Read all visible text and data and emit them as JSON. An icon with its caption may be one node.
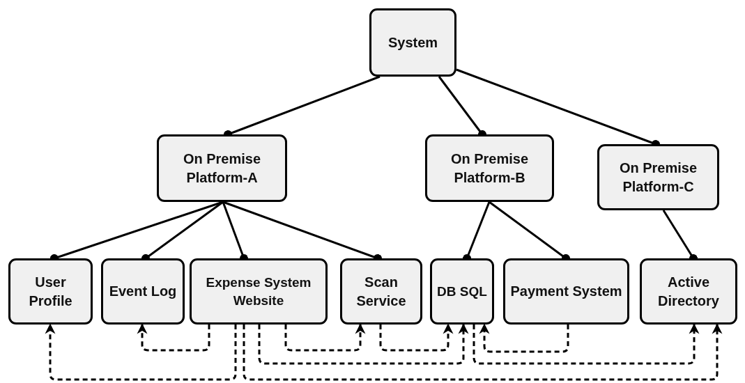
{
  "diagram": {
    "nodes": [
      {
        "text": [
          "System"
        ]
      },
      {
        "text": [
          "On Premise Platform-A"
        ]
      },
      {
        "text": [
          "On Premise Platform-B"
        ]
      },
      {
        "text": [
          "On Premise Platform-C"
        ]
      },
      {
        "text": [
          "User Profile"
        ]
      },
      {
        "text": [
          "Event Log"
        ]
      },
      {
        "text": [
          "Expense System Website"
        ]
      },
      {
        "text": [
          "Scan Service"
        ]
      },
      {
        "text": [
          "DB SQL"
        ]
      },
      {
        "text": [
          "Payment System"
        ]
      },
      {
        "text": [
          "Active Directory"
        ]
      }
    ],
    "edges": [
      {
        "from": 0,
        "to": 1,
        "arrow": "other"
      },
      {
        "from": 0,
        "to": 2,
        "arrow": "other"
      },
      {
        "from": 0,
        "to": 3,
        "arrow": "other"
      },
      {
        "from": 1,
        "to": 4,
        "arrow": "other"
      },
      {
        "from": 1,
        "to": 5,
        "arrow": "other"
      },
      {
        "from": 1,
        "to": 6,
        "arrow": "other"
      },
      {
        "from": 1,
        "to": 7,
        "arrow": "other"
      },
      {
        "from": 2,
        "to": 8,
        "arrow": "other"
      },
      {
        "from": 2,
        "to": 9,
        "arrow": "other"
      },
      {
        "from": 3,
        "to": 10,
        "arrow": "other"
      },
      {
        "from": 6,
        "to": 5,
        "arrow": "to",
        "style": "dashed"
      },
      {
        "from": 6,
        "to": 7,
        "arrow": "to",
        "style": "dashed"
      },
      {
        "from": 6,
        "to": 8,
        "arrow": "to",
        "style": "dashed"
      },
      {
        "from": 6,
        "to": 4,
        "arrow": "to",
        "style": "dashed"
      },
      {
        "from": 6,
        "to": 10,
        "arrow": "to",
        "style": "dashed"
      },
      {
        "from": 7,
        "to": 8,
        "arrow": "to",
        "style": "dashed"
      },
      {
        "from": 9,
        "to": 8,
        "arrow": "to",
        "style": "dashed"
      },
      {
        "from": 8,
        "to": 10,
        "arrow": "to",
        "style": "dashed"
      }
    ]
  }
}
